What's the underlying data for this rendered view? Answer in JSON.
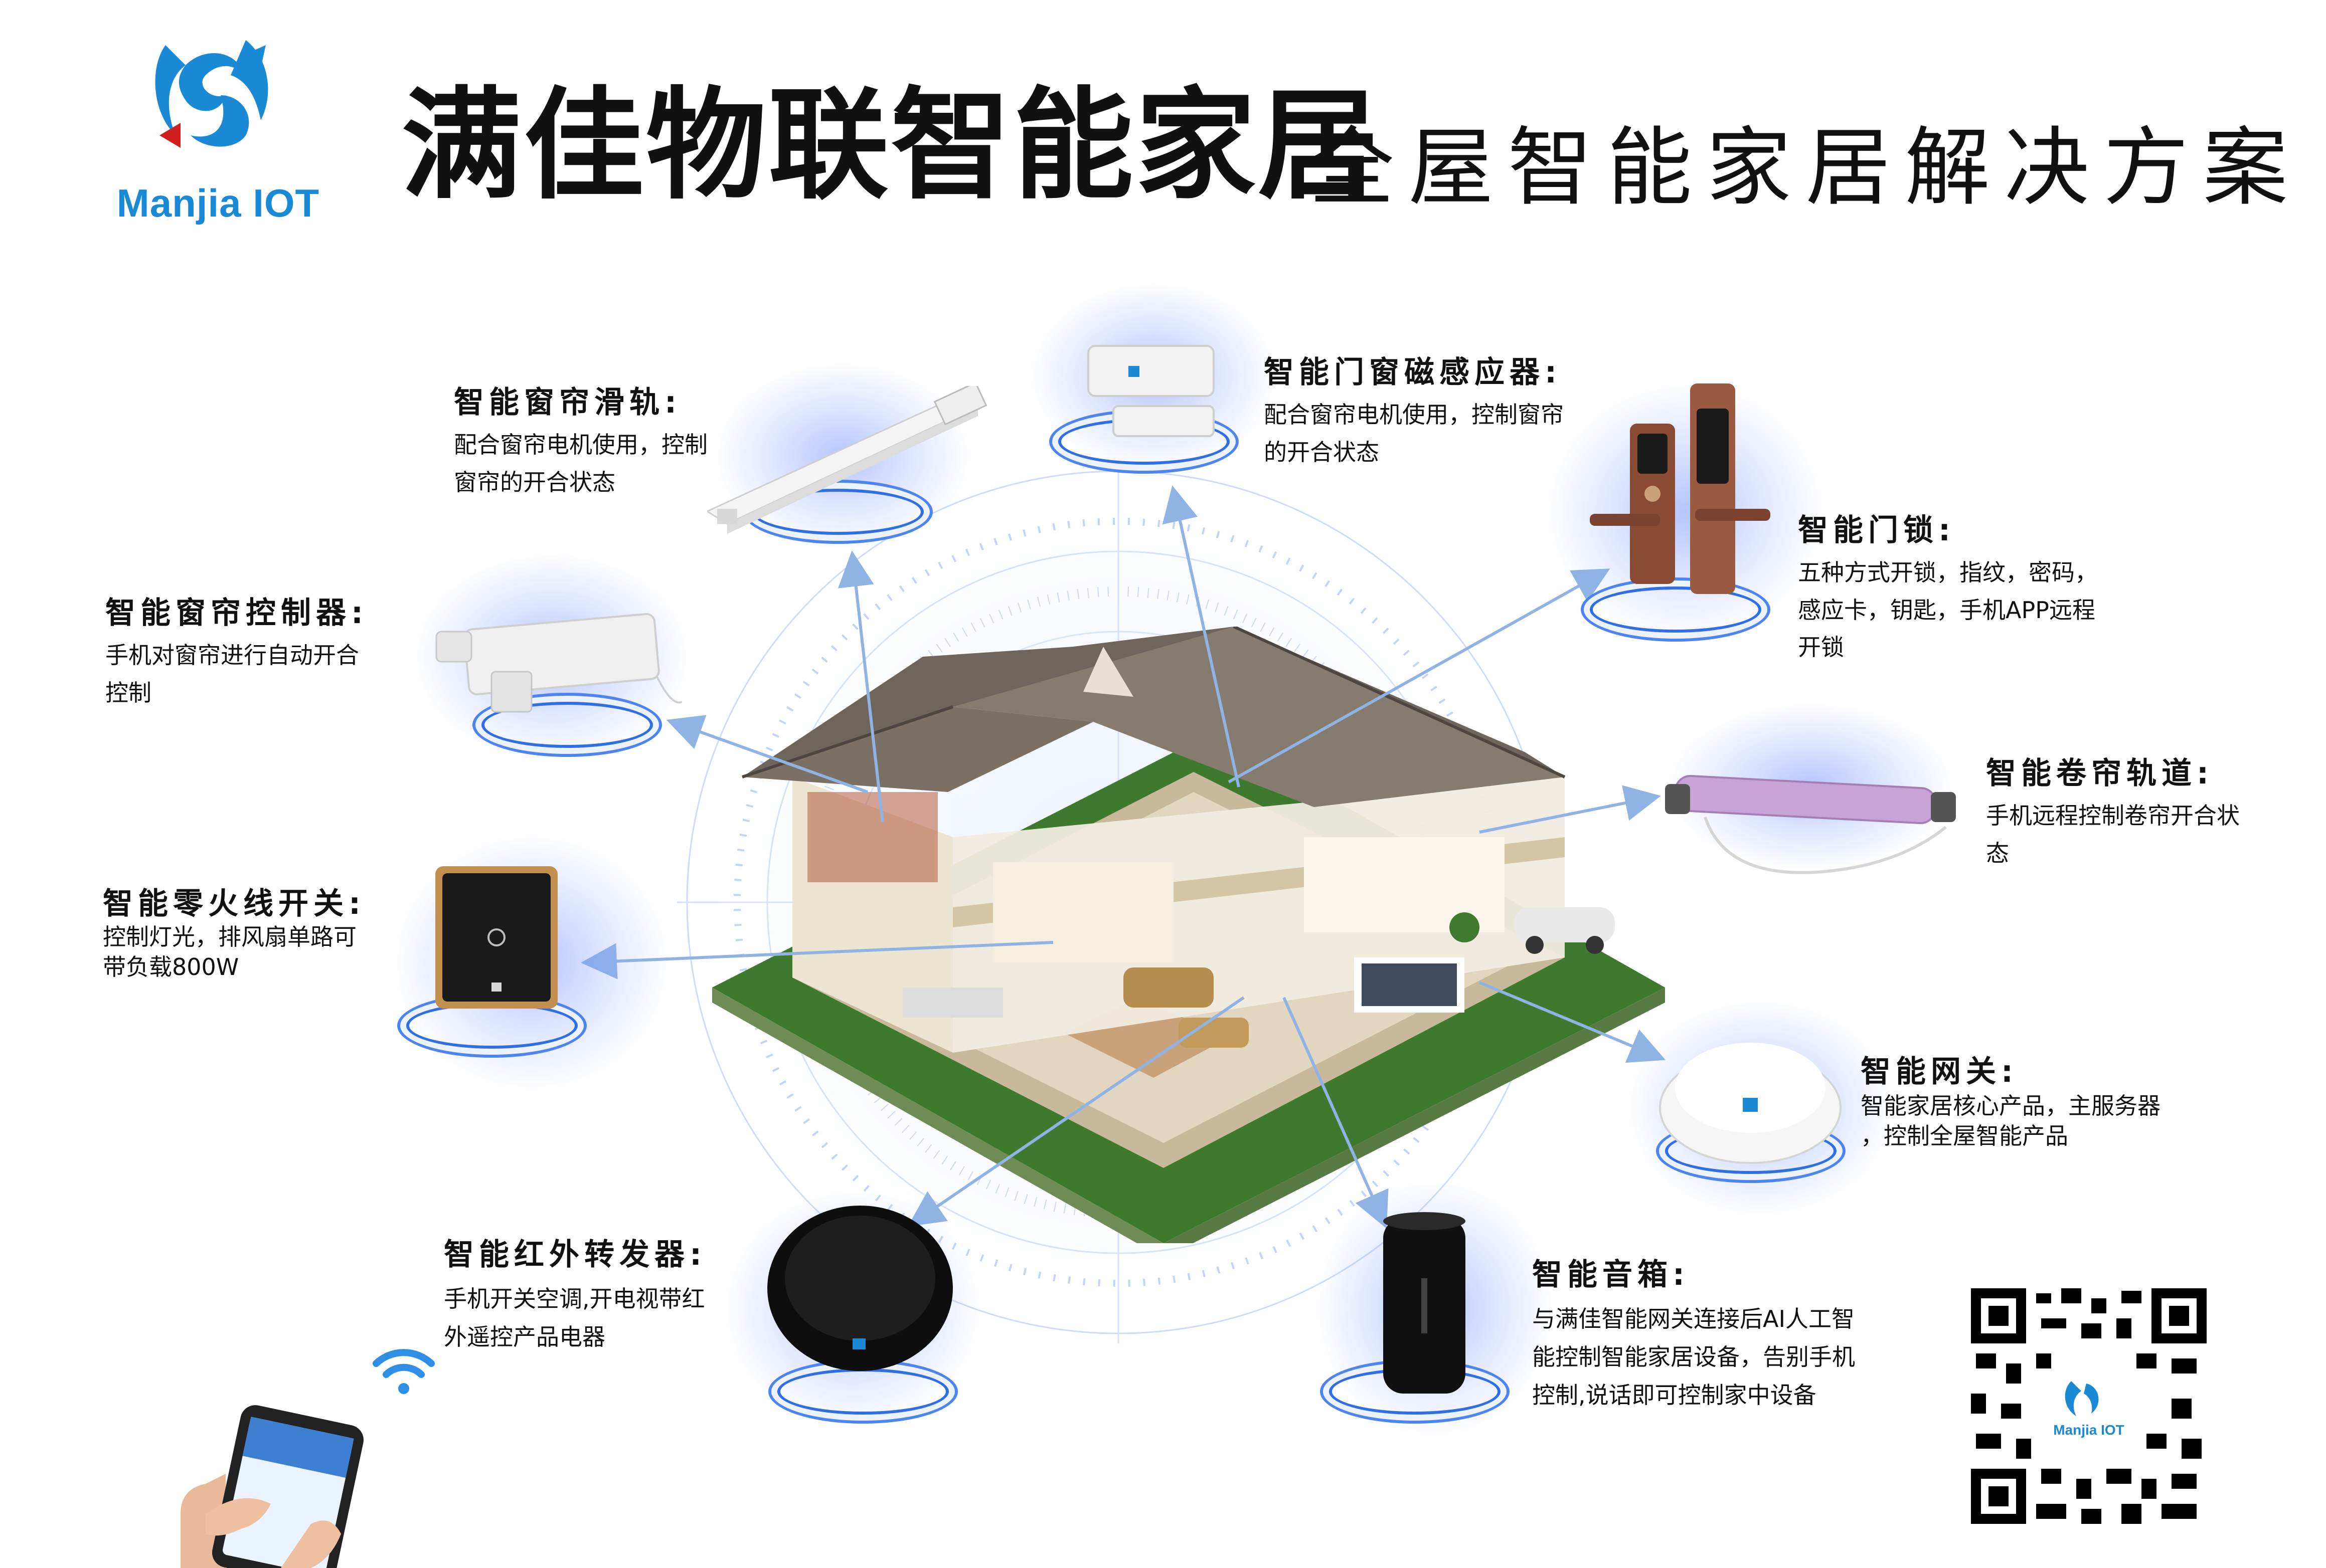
{
  "brand": {
    "logo_text": "Manjia IOT",
    "colors": {
      "logo_blue": "#1b8ad6",
      "logo_red": "#d0201f",
      "accent_ring": "#2f6fe6",
      "arrow": "#8fb3e3"
    }
  },
  "header": {
    "title": "满佳物联智能家居",
    "subtitle": "全屋智能家居解决方案"
  },
  "products": [
    {
      "id": "curtain-rail",
      "title": "智能窗帘滑轨:",
      "desc_lines": [
        "配合窗帘电机使用，控制",
        "窗帘的开合状态"
      ],
      "icon": "curtain-rail-icon"
    },
    {
      "id": "door-sensor",
      "title": "智能门窗磁感应器:",
      "desc_lines": [
        "配合窗帘电机使用，控制窗帘",
        "的开合状态"
      ],
      "icon": "door-window-sensor-icon"
    },
    {
      "id": "door-lock",
      "title": "智能门锁:",
      "desc_lines": [
        "五种方式开锁，指纹，密码，",
        "感应卡，钥匙，手机APP远程",
        "开锁"
      ],
      "icon": "smart-lock-icon"
    },
    {
      "id": "curtain-controller",
      "title": "智能窗帘控制器:",
      "desc_lines": [
        "手机对窗帘进行自动开合",
        "控制"
      ],
      "icon": "curtain-motor-icon"
    },
    {
      "id": "roller-track",
      "title": "智能卷帘轨道:",
      "desc_lines": [
        "手机远程控制卷帘开合状",
        "态"
      ],
      "icon": "roller-tube-icon"
    },
    {
      "id": "switch",
      "title": "智能零火线开关:",
      "desc_lines": [
        "控制灯光，排风扇单路可",
        "带负载800W"
      ],
      "icon": "wall-switch-icon"
    },
    {
      "id": "gateway",
      "title": "智能网关:",
      "desc_lines": [
        "智能家居核心产品，主服务器",
        "，控制全屋智能产品"
      ],
      "icon": "gateway-icon"
    },
    {
      "id": "ir-remote",
      "title": "智能红外转发器:",
      "desc_lines": [
        "手机开关空调,开电视带红",
        "外遥控产品电器"
      ],
      "icon": "ir-blaster-icon"
    },
    {
      "id": "speaker",
      "title": "智能音箱:",
      "desc_lines": [
        "与满佳智能网关连接后AI人工智",
        "能控制智能家居设备，告别手机",
        "控制,说话即可控制家中设备"
      ],
      "icon": "smart-speaker-icon"
    }
  ],
  "qr": {
    "label": "Manjia IOT",
    "icon": "qr-code-icon"
  },
  "phone": {
    "icon": "hand-phone-icon",
    "wifi_icon": "wifi-icon"
  },
  "house": {
    "icon": "house-cutaway-icon"
  }
}
